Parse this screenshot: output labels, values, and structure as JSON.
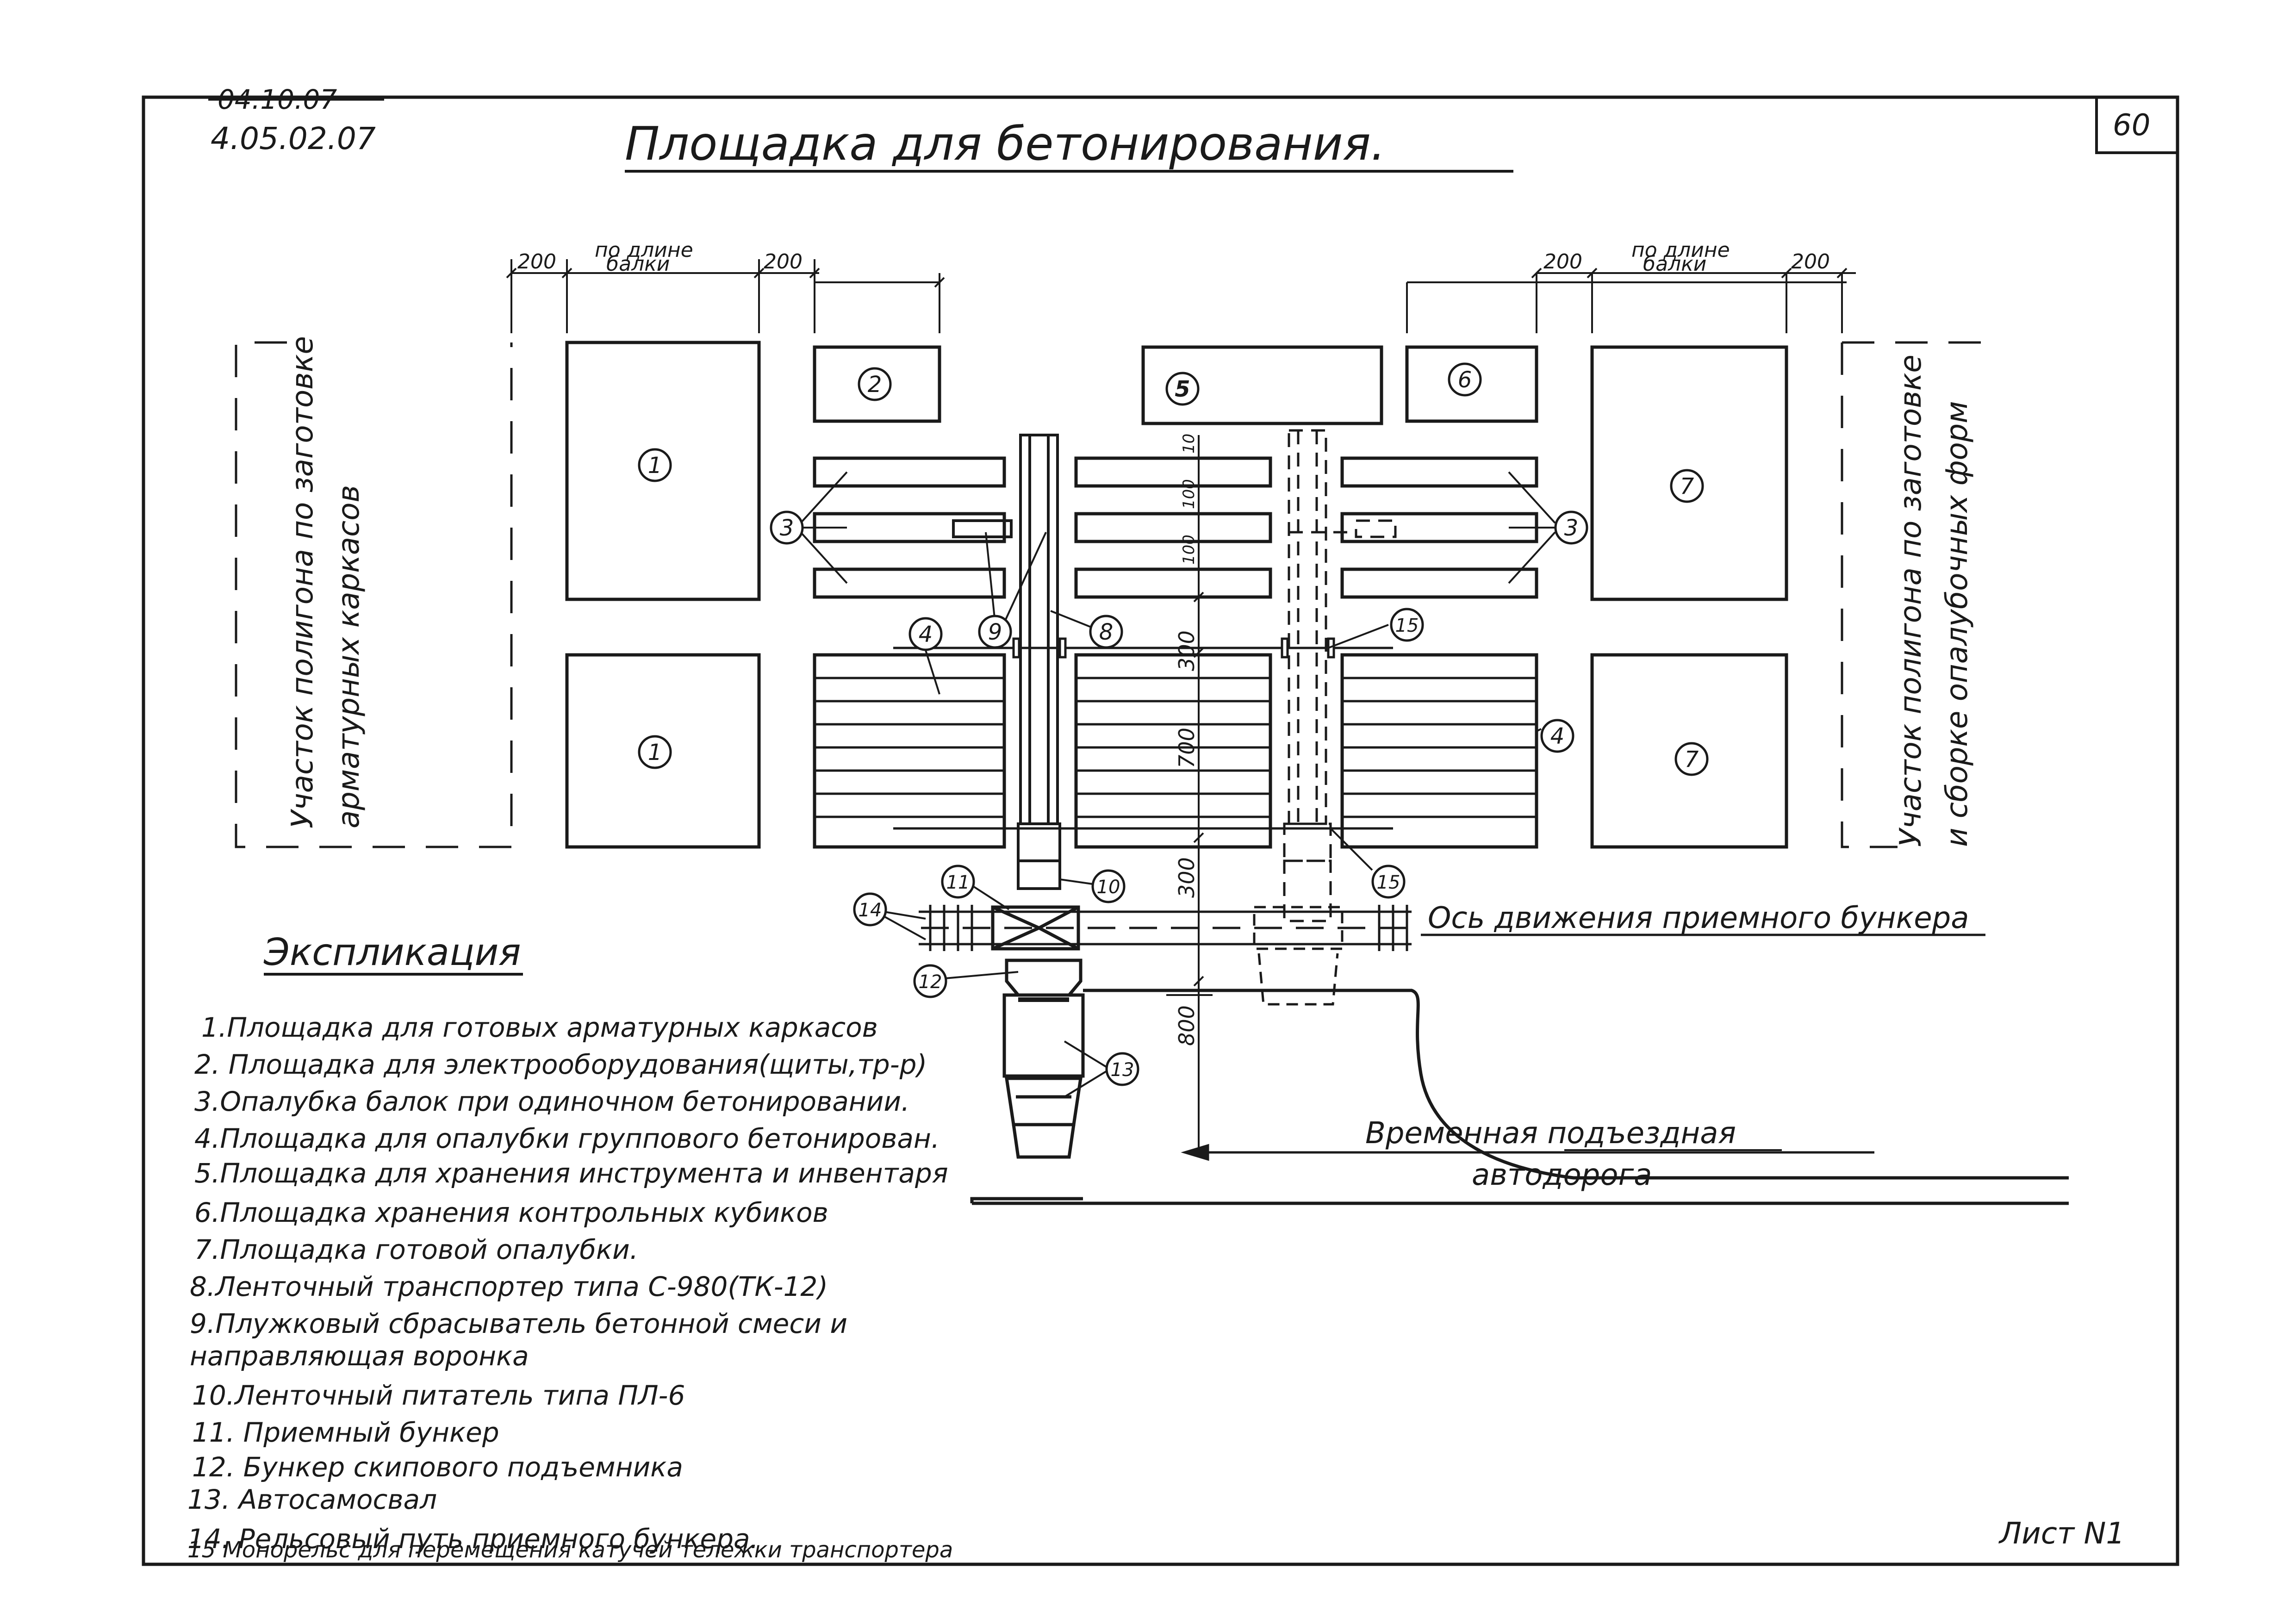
{
  "header": {
    "code_struck": "04.10.07",
    "code": "4.05.02.07",
    "title": "Площадка для бетонирования.",
    "page_number": "60"
  },
  "dimensions": {
    "dim_200": "200",
    "beam_length_line1": "по длине",
    "beam_length_line2": "балки",
    "dim_300_top": "300",
    "dim_700": "700",
    "dim_300_bottom": "300",
    "dim_800": "800",
    "dim_100": "100",
    "dim_10": "10"
  },
  "markers": {
    "m1": "1",
    "m2": "2",
    "m3": "3",
    "m4": "4",
    "m5": "5",
    "m6": "6",
    "m7": "7",
    "m8": "8",
    "m9": "9",
    "m10": "10",
    "m11": "11",
    "m12": "12",
    "m13": "13",
    "m14": "14",
    "m15": "15"
  },
  "zones": {
    "left_line1": "Участок полигона по заготовке",
    "left_line2": "арматурных каркасов",
    "right_line1": "Участок полигона по заготовке",
    "right_line2": "и сборке опалубочных форм"
  },
  "labels": {
    "bunker_axis": "Ось движения приемного бункера",
    "road_line1": "Временная подъездная",
    "road_line2": "автодорога"
  },
  "legend": {
    "heading": "Экспликация",
    "items": [
      "1.Площадка для готовых арматурных каркасов",
      "2. Площадка для электрооборудования(щиты,тр-р)",
      "3.Опалубка балок при одиночном бетонировании.",
      "4.Площадка для опалубки группового бетонирован.",
      "5.Площадка для хранения инструмента и инвентаря",
      "6.Площадка хранения контрольных кубиков",
      "7.Площадка готовой опалубки.",
      "8.Ленточный транспортер типа С-980(ТК-12)",
      "9.Плужковый сбрасыватель бетонной смеси и",
      "направляющая воронка",
      "10.Ленточный питатель типа ПЛ-6",
      "11. Приемный бункер",
      "12. Бункер скипового подъемника",
      "13. Автосамосвал",
      "14. Рельсовый путь приемного бункера.",
      "15 Монорельс для перемещения катучей тележки транспортера"
    ]
  },
  "footer": {
    "sheet": "Лист N1"
  }
}
